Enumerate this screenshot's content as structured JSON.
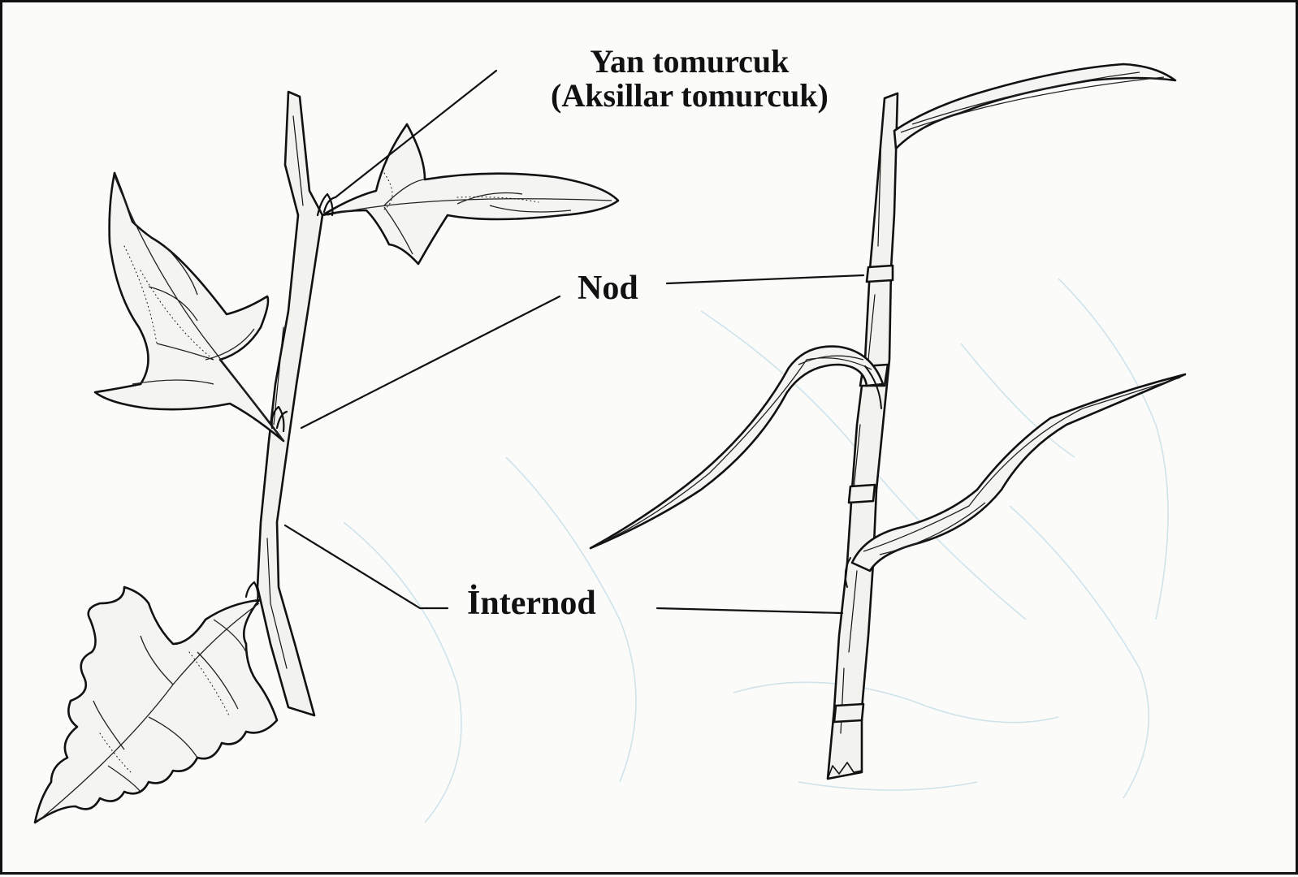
{
  "labels": {
    "lateral_bud_line1": "Yan tomurcuk",
    "lateral_bud_line2": "(Aksillar tomurcuk)",
    "node": "Nod",
    "internode": "İnternod"
  },
  "colors": {
    "ink": "#111111",
    "paper": "#fbfbfa",
    "bleed_through": "#cfe3ea"
  }
}
